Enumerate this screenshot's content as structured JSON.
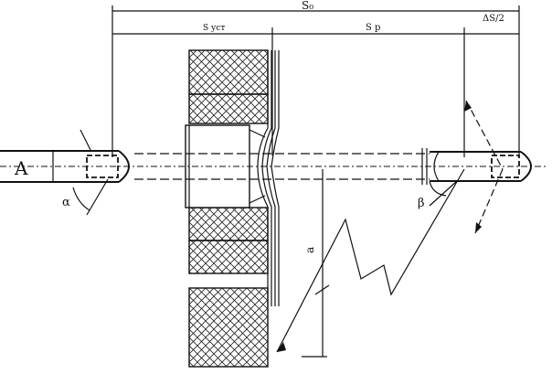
{
  "labels": {
    "s0": "S₀",
    "s_ust": "S уст",
    "s_r": "S р",
    "delta_s_half": "ΔS/2",
    "alpha": "α",
    "beta": "β",
    "a_dim": "a",
    "part_a": "A"
  },
  "icons": [
    "cross-hatch-block",
    "electrode-rod",
    "bent-plate"
  ]
}
